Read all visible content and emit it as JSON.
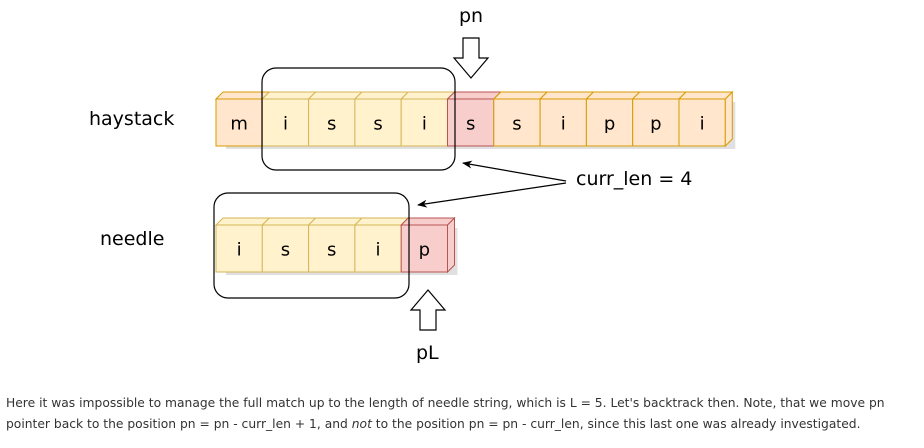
{
  "labels": {
    "haystack": "haystack",
    "needle": "needle",
    "pn": "pn",
    "pL": "pL",
    "curr_len": "curr_len = 4"
  },
  "haystack": {
    "chars": [
      "m",
      "i",
      "s",
      "s",
      "i",
      "s",
      "s",
      "i",
      "p",
      "p",
      "i"
    ],
    "matched_indices": [
      1,
      2,
      3,
      4
    ],
    "pointer_index": 5
  },
  "needle": {
    "chars": [
      "i",
      "s",
      "s",
      "i",
      "p"
    ],
    "matched_indices": [
      0,
      1,
      2,
      3
    ],
    "pointer_index": 4
  },
  "colors": {
    "matched_fill": "#fff2cc",
    "matched_stroke": "#d6b656",
    "mismatch_fill": "#f8cecc",
    "mismatch_stroke": "#b85450",
    "rest_fill": "#ffe6cc",
    "rest_stroke": "#d79b00"
  },
  "caption": {
    "part1": "Here it was impossible to manage the full match up to the length of needle string, which is L = 5. Let's backtrack then. Note, that we move pn pointer back to the position pn = pn - curr_len + 1, and ",
    "emphasis": "not",
    "part2": " to the position pn = pn - curr_len, since this last one was already investigated."
  }
}
